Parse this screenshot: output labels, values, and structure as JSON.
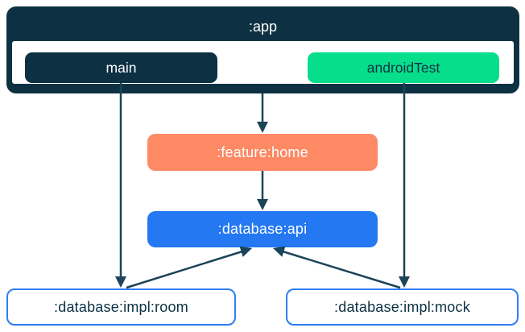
{
  "colors": {
    "navy": "#0D3142",
    "arrow": "#1B4458",
    "green": "#06DE8B",
    "coral": "#FD8965",
    "blue": "#2478F2",
    "blue_border": "#2F7DF3",
    "white": "#FFFFFF"
  },
  "nodes": {
    "app": {
      "label": ":app"
    },
    "main": {
      "label": "main"
    },
    "android_test": {
      "label": "androidTest"
    },
    "feature_home": {
      "label": ":feature:home"
    },
    "database_api": {
      "label": ":database:api"
    },
    "impl_room": {
      "label": ":database:impl:room"
    },
    "impl_mock": {
      "label": ":database:impl:mock"
    }
  },
  "edges": [
    {
      "from": "main",
      "to": "impl_room"
    },
    {
      "from": "app",
      "to": "feature_home"
    },
    {
      "from": "android_test",
      "to": "impl_mock"
    },
    {
      "from": "feature_home",
      "to": "database_api"
    },
    {
      "from": "impl_room",
      "to": "database_api"
    },
    {
      "from": "impl_mock",
      "to": "database_api"
    }
  ]
}
